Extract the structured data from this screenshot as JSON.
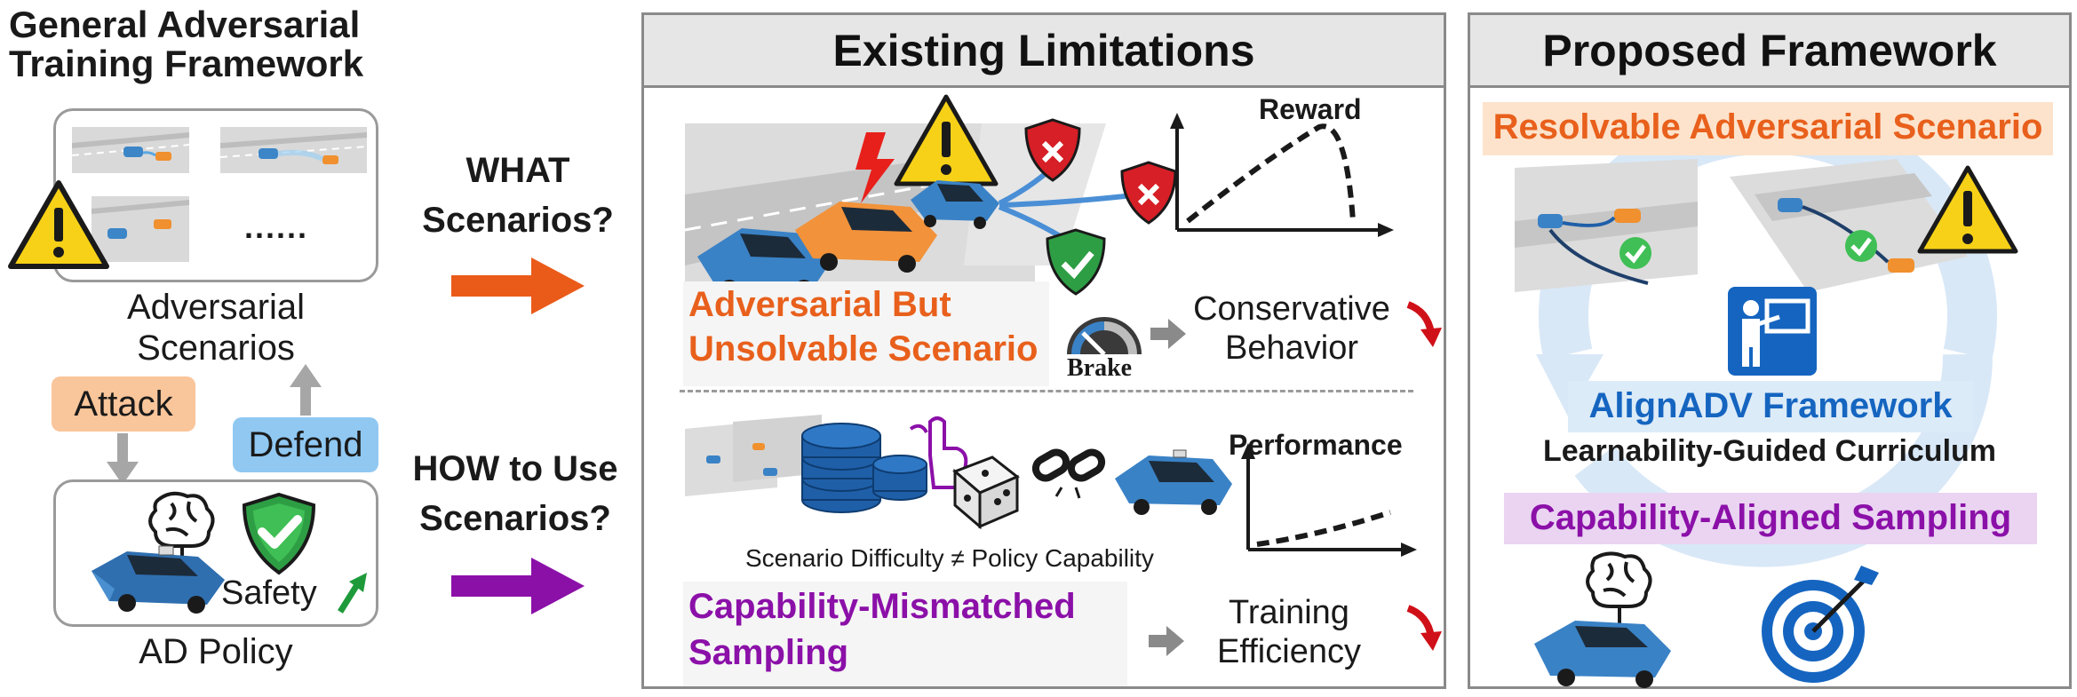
{
  "left": {
    "title_line1": "General Adversarial",
    "title_line2": "Training Framework",
    "scenarios_label_line1": "Adversarial",
    "scenarios_label_line2": "Scenarios",
    "ellipsis": "......",
    "attack_label": "Attack",
    "defend_label": "Defend",
    "safety_label": "Safety",
    "policy_label": "AD Policy"
  },
  "middle_arrows": {
    "what_line1": "WHAT",
    "what_line2": "Scenarios?",
    "how_line1": "HOW to Use",
    "how_line2": "Scenarios?"
  },
  "limitations": {
    "title": "Existing Limitations",
    "reward_label": "Reward",
    "unsolvable_line1": "Adversarial But",
    "unsolvable_line2": "Unsolvable Scenario",
    "brake_label": "Brake",
    "conservative_line1": "Conservative",
    "conservative_line2": "Behavior",
    "performance_label": "Performance",
    "difficulty_caption": "Scenario Difficulty ≠ Policy Capability",
    "mismatch_line1": "Capability-Mismatched",
    "mismatch_line2": "Sampling",
    "efficiency_line1": "Training",
    "efficiency_line2": "Efficiency"
  },
  "proposed": {
    "title": "Proposed Framework",
    "resolvable": "Resolvable Adversarial Scenario",
    "framework_name": "AlignADV Framework",
    "curriculum": "Learnability-Guided Curriculum",
    "sampling": "Capability-Aligned Sampling"
  },
  "colors": {
    "orange_text": "#e8601c",
    "purple_text": "#8b10a8",
    "blue_text": "#1565c0",
    "attack_bg": "#f9c59a",
    "defend_bg": "#90c8f2",
    "orange_hl": "#fde3cc",
    "blue_hl": "#dcebf8",
    "purple_hl": "#ead4f2",
    "arrow_orange": "#ea5b1a",
    "arrow_purple": "#8b10a8"
  }
}
